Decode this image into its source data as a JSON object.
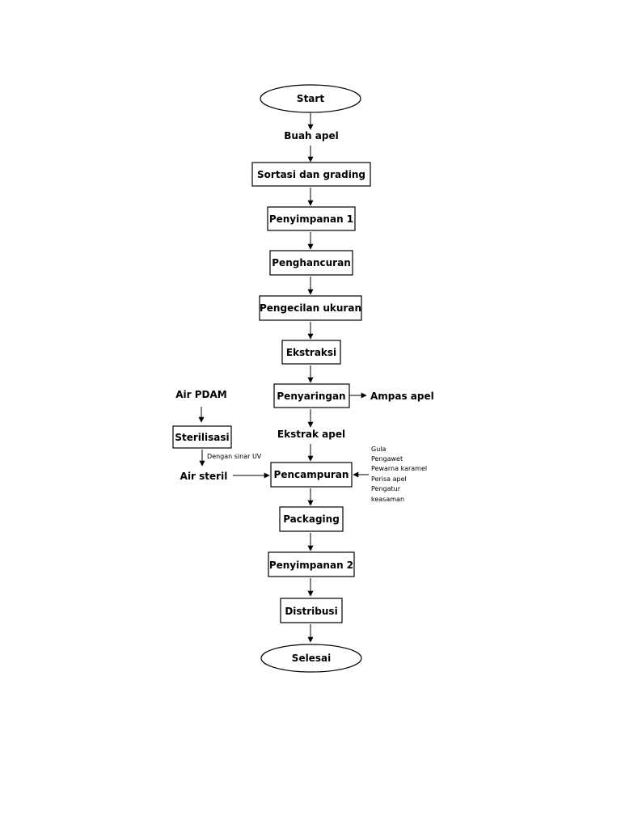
{
  "flow": {
    "start": "Start",
    "buah_apel": "Buah apel",
    "sortasi": "Sortasi dan grading",
    "penyimpanan1": "Penyimpanan 1",
    "penghancuran": "Penghancuran",
    "pengecilan": "Pengecilan ukuran",
    "ekstraksi": "Ekstraksi",
    "penyaringan": "Penyaringan",
    "ampas_apel": "Ampas apel",
    "ekstrak_apel": "Ekstrak apel",
    "pencampuran": "Pencampuran",
    "packaging": "Packaging",
    "penyimpanan2": "Penyimpanan 2",
    "distribusi": "Distribusi",
    "selesai": "Selesai"
  },
  "side_left": {
    "air_pdam": "Air PDAM",
    "sterilisasi": "Sterilisasi",
    "dengan_sinar_uv": "Dengan sinar UV",
    "air_steril": "Air steril"
  },
  "side_right": {
    "additives": [
      "Gula",
      "Pengawet",
      "Pewarna karamel",
      "Perisa apel",
      "Pengatur",
      "keasaman"
    ]
  }
}
